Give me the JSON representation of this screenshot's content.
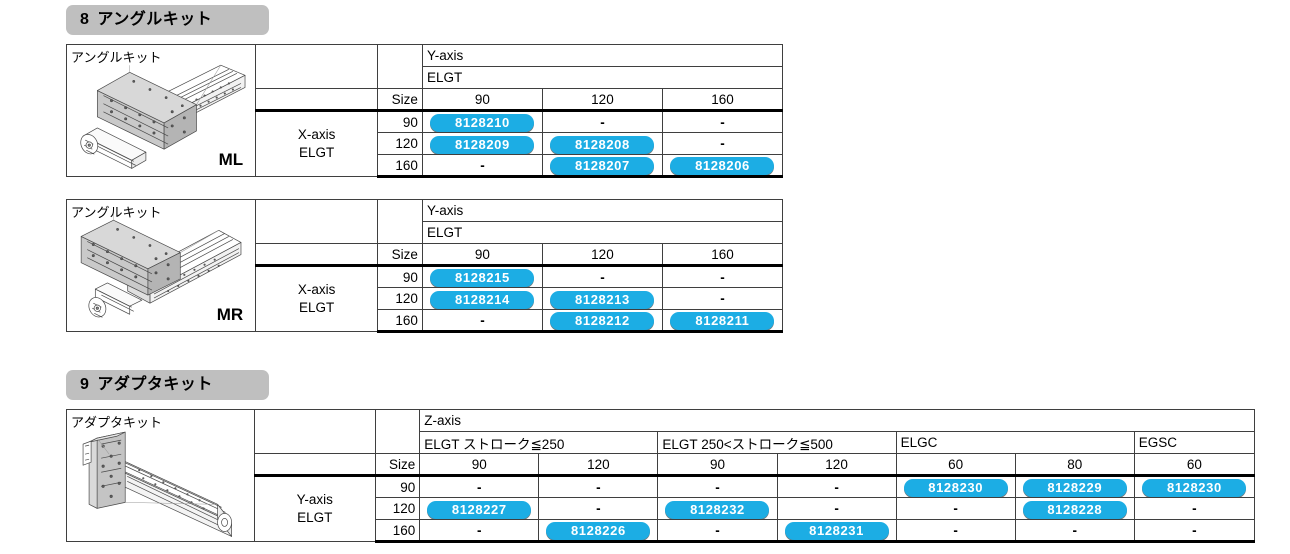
{
  "sections": [
    {
      "number": "8",
      "title": "アングルキット"
    },
    {
      "number": "9",
      "title": "アダプタキット"
    }
  ],
  "colors": {
    "pill": "#1CADE4",
    "badge": "#BFBFBF",
    "border": "#3F3F3F",
    "thick_border": "#000000"
  },
  "angle_kit_ml": {
    "image_label": "アングルキット",
    "image_code": "ML",
    "size_label": "Size",
    "row_axis_label_line1": "X-axis",
    "row_axis_label_line2": "ELGT",
    "col_axis_label": "Y-axis",
    "col_series_label": "ELGT",
    "columns": [
      "90",
      "120",
      "160"
    ],
    "rows": [
      "90",
      "120",
      "160"
    ],
    "cells": [
      [
        "8128210",
        "-",
        "-"
      ],
      [
        "8128209",
        "8128208",
        "-"
      ],
      [
        "-",
        "8128207",
        "8128206"
      ]
    ]
  },
  "angle_kit_mr": {
    "image_label": "アングルキット",
    "image_code": "MR",
    "size_label": "Size",
    "row_axis_label_line1": "X-axis",
    "row_axis_label_line2": "ELGT",
    "col_axis_label": "Y-axis",
    "col_series_label": "ELGT",
    "columns": [
      "90",
      "120",
      "160"
    ],
    "rows": [
      "90",
      "120",
      "160"
    ],
    "cells": [
      [
        "8128215",
        "-",
        "-"
      ],
      [
        "8128214",
        "8128213",
        "-"
      ],
      [
        "-",
        "8128212",
        "8128211"
      ]
    ]
  },
  "adapter_kit": {
    "image_label": "アダプタキット",
    "image_code": "",
    "size_label": "Size",
    "row_axis_label_line1": "Y-axis",
    "row_axis_label_line2": "ELGT",
    "col_axis_label": "Z-axis",
    "group_headers": [
      {
        "label": "ELGT ストローク≦250",
        "span": 2
      },
      {
        "label": "ELGT 250<ストローク≦500",
        "span": 2
      },
      {
        "label": "ELGC",
        "span": 2
      },
      {
        "label": "EGSC",
        "span": 1
      }
    ],
    "columns": [
      "90",
      "120",
      "90",
      "120",
      "60",
      "80",
      "60"
    ],
    "rows": [
      "90",
      "120",
      "160"
    ],
    "cells": [
      [
        "-",
        "-",
        "-",
        "-",
        "8128230",
        "8128229",
        "8128230"
      ],
      [
        "8128227",
        "-",
        "8128232",
        "-",
        "-",
        "8128228",
        "-"
      ],
      [
        "-",
        "8128226",
        "-",
        "8128231",
        "-",
        "-",
        "-"
      ]
    ]
  }
}
